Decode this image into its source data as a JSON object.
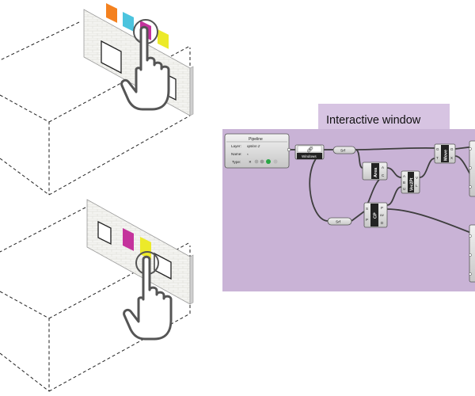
{
  "panel": {
    "title": "Interactive window",
    "bg_color": "#c9b3d6",
    "tab_color": "#d7c4e2"
  },
  "pipeline": {
    "title": "Pipeline",
    "layer_label": "Layer:",
    "layer_value": "option 2",
    "name_label": "Name:",
    "name_value": "*",
    "type_label": "Type:"
  },
  "nodes": {
    "windows_label": "Windows",
    "srf_top": "Srf",
    "srf_bottom": "Srf",
    "area": "Area",
    "vec2pt": "Vec2Pt",
    "cp": "CP",
    "move": "Move"
  },
  "ports": {
    "area_out": [
      "A",
      "C"
    ],
    "vec_in": [
      "A",
      "B",
      "U"
    ],
    "vec_out": [
      "V",
      "L"
    ],
    "cp_in": [
      "S",
      "P"
    ],
    "cp_out": [
      "P",
      "uv",
      "D"
    ],
    "move_in": [
      "G",
      "T"
    ],
    "move_out": [
      "G",
      "X"
    ]
  },
  "colors": {
    "swatch_orange": "#f4811f",
    "swatch_cyan": "#4cc4de",
    "swatch_magenta": "#c4329c",
    "swatch_yellow": "#ecea2a",
    "wire": "#3e3e3e",
    "node_dark": "#232323"
  }
}
